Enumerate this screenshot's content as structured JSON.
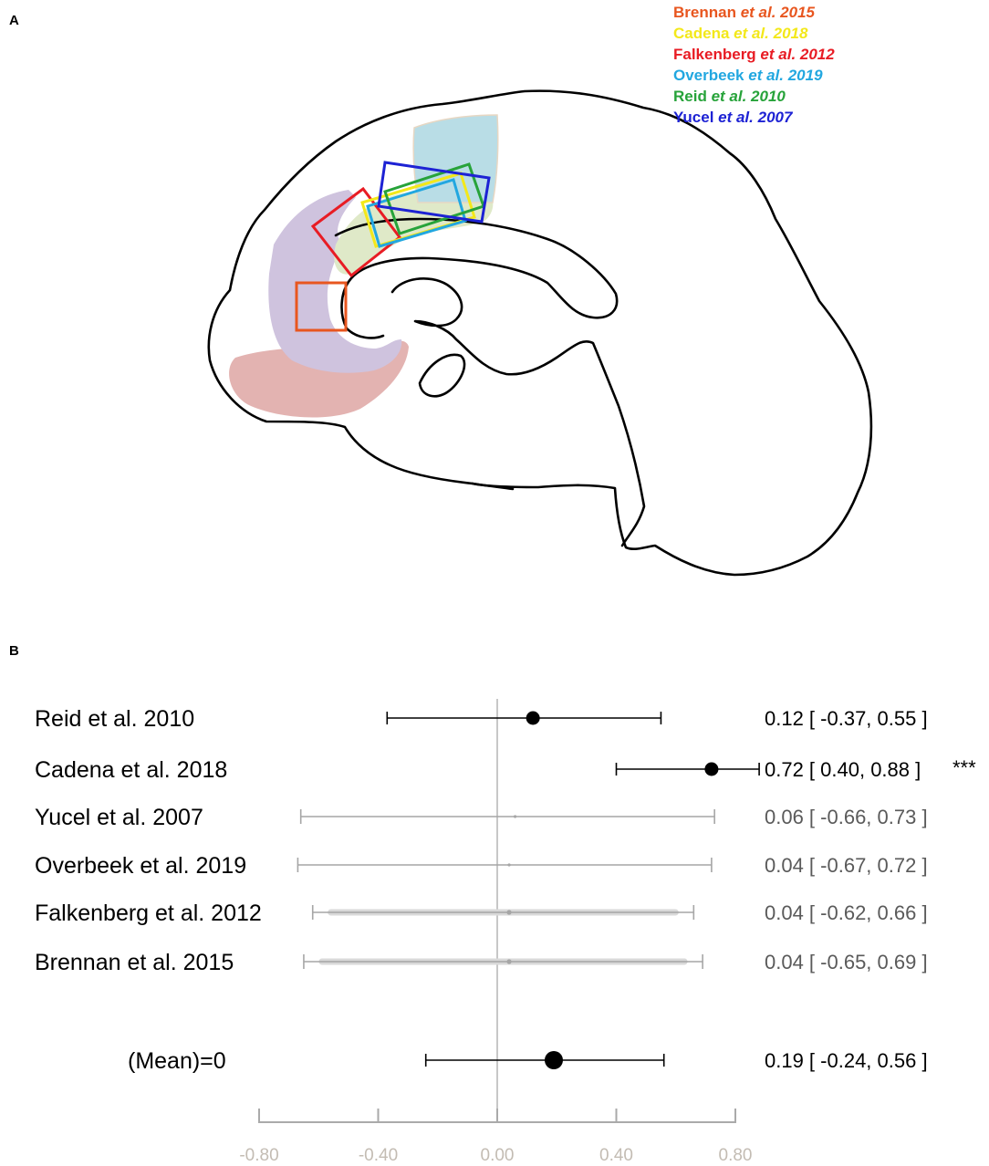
{
  "panel_a": {
    "label": "A",
    "legend": [
      {
        "name": "Brennan",
        "etal": "et al.",
        "year": "2015",
        "color": "#e8561f"
      },
      {
        "name": "Cadena",
        "etal": "et al.",
        "year": "2018",
        "color": "#f3e81a"
      },
      {
        "name": "Falkenberg",
        "etal": "et al.",
        "year": "2012",
        "color": "#e81c24"
      },
      {
        "name": "Overbeek",
        "etal": "et al.",
        "year": "2019",
        "color": "#22a7e0"
      },
      {
        "name": "Reid",
        "etal": "et al.",
        "year": "2010",
        "color": "#27a33a"
      },
      {
        "name": "Yucel",
        "etal": "et al.",
        "year": "2007",
        "color": "#1d22d4"
      }
    ],
    "region_colors": {
      "orbitofrontal": "#e3b3b1",
      "medial_prefrontal": "#cfc3de",
      "cingulate": "#dfe9c8",
      "motor_blue": "#b9dde6"
    }
  },
  "panel_b": {
    "label": "B"
  },
  "chart_data": {
    "type": "forest",
    "title": "",
    "xlabel": "",
    "ylabel": "",
    "xlim": [
      -0.8,
      0.8
    ],
    "x_ticks": [
      "-0.80",
      "-0.40",
      "0.00",
      "0.40",
      "0.80"
    ],
    "reference_line": 0,
    "studies": [
      {
        "label": "Reid et al. 2010",
        "estimate": 0.12,
        "lower": -0.37,
        "upper": 0.55,
        "ci_text": "0.12 [ -0.37, 0.55 ]",
        "sig": "",
        "style": "black"
      },
      {
        "label": "Cadena et al. 2018",
        "estimate": 0.72,
        "lower": 0.4,
        "upper": 0.88,
        "ci_text": "0.72 [  0.40, 0.88 ]",
        "sig": "***",
        "style": "black"
      },
      {
        "label": "Yucel et al. 2007",
        "estimate": 0.06,
        "lower": -0.66,
        "upper": 0.73,
        "ci_text": "0.06 [ -0.66, 0.73 ]",
        "sig": "",
        "style": "grey"
      },
      {
        "label": "Overbeek et al. 2019",
        "estimate": 0.04,
        "lower": -0.67,
        "upper": 0.72,
        "ci_text": "0.04 [ -0.67, 0.72 ]",
        "sig": "",
        "style": "grey"
      },
      {
        "label": "Falkenberg et al. 2012",
        "estimate": 0.04,
        "lower": -0.62,
        "upper": 0.66,
        "ci_text": "0.04 [ -0.62, 0.66 ]",
        "sig": "",
        "style": "grey-thick"
      },
      {
        "label": "Brennan et al. 2015",
        "estimate": 0.04,
        "lower": -0.65,
        "upper": 0.69,
        "ci_text": "0.04 [ -0.65, 0.69 ]",
        "sig": "",
        "style": "grey-thick"
      }
    ],
    "summary": {
      "label": "(Mean)=0",
      "estimate": 0.19,
      "lower": -0.24,
      "upper": 0.56,
      "ci_text": "0.19 [ -0.24, 0.56 ]"
    }
  }
}
